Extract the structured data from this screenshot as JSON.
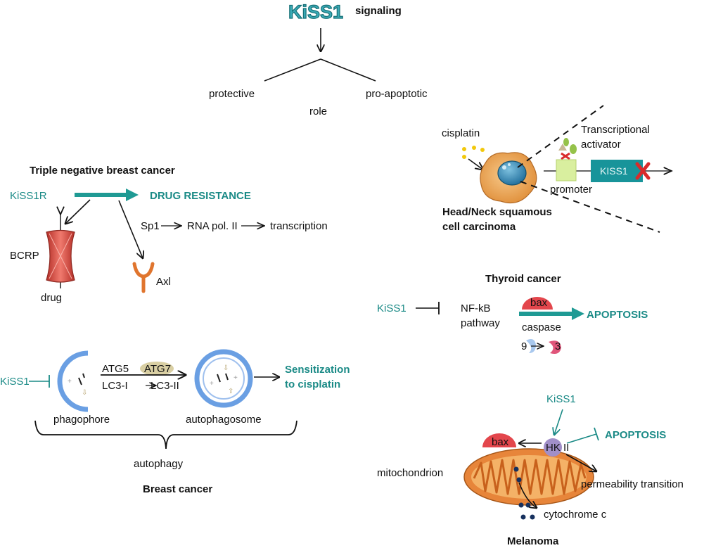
{
  "colors": {
    "teal": "#1a8a86",
    "teal_arrow": "#1f9a94",
    "title_fill": "#3aa9b5",
    "bax_red": "#e3464c",
    "hk_purple": "#a18fc8",
    "mito_orange": "#e7853a",
    "bcrp_red": "#d8453c",
    "axl_orange": "#e0752e",
    "phagophore_blue": "#6a9fe3",
    "caspase9_blue": "#a8c8ee",
    "caspase3_pink": "#e0557a"
  },
  "top": {
    "title": "KiSS1",
    "subtitle": "signaling",
    "left_role": "protective",
    "right_role": "pro-apoptotic",
    "role": "role"
  },
  "tnbc": {
    "heading": "Triple negative breast cancer",
    "receptor": "KiSS1R",
    "outcome": "DRUG RESISTANCE",
    "sp1": "Sp1",
    "rna_pol": "RNA pol. II",
    "transcription": "transcription",
    "bcrp": "BCRP",
    "drug": "drug",
    "axl": "Axl"
  },
  "breast": {
    "kiss1": "KiSS1",
    "atg5": "ATG5",
    "atg7": "ATG7",
    "lc3i": "LC3-I",
    "lc3ii": "LC3-II",
    "sensitization_1": "Sensitization",
    "sensitization_2": "to cisplatin",
    "phagophore": "phagophore",
    "autophagosome": "autophagosome",
    "autophagy": "autophagy",
    "heading": "Breast cancer"
  },
  "hnscc": {
    "cisplatin": "cisplatin",
    "activator_1": "Transcriptional",
    "activator_2": "activator",
    "kiss1_box": "KISS1",
    "promoter": "promoter",
    "heading_1": "Head/Neck squamous",
    "heading_2": "cell carcinoma"
  },
  "thyroid": {
    "heading": "Thyroid cancer",
    "kiss1": "KiSS1",
    "nfkb_1": "NF-kB",
    "nfkb_2": "pathway",
    "bax": "bax",
    "apoptosis": "APOPTOSIS",
    "caspase": "caspase",
    "casp9": "9",
    "casp3": "3"
  },
  "melanoma": {
    "kiss1": "KiSS1",
    "apoptosis": "APOPTOSIS",
    "bax": "bax",
    "hk": "HK II",
    "mitochondrion": "mitochondrion",
    "permeability": "permeability transition",
    "cytochrome": "cytochrome c",
    "heading": "Melanoma"
  }
}
